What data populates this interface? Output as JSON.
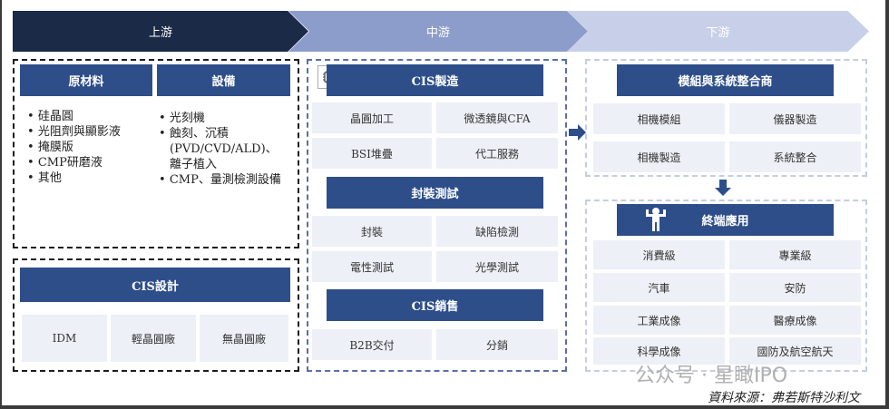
{
  "stages": {
    "up": "上游",
    "mid": "中游",
    "down": "下游"
  },
  "upstream": {
    "materials": {
      "title": "原材料",
      "items": [
        "硅晶圓",
        "光阻劑與顯影液",
        "掩膜版",
        "CMP研磨液",
        "其他"
      ]
    },
    "equipment": {
      "title": "設備",
      "items": [
        "光刻機",
        "蝕刻、沉積",
        "(PVD/CVD/ALD)、",
        "離子植入",
        "CMP、量測檢測設備"
      ]
    },
    "design": {
      "title": "CIS設計",
      "cells": [
        "IDM",
        "輕晶圓廠",
        "無晶圓廠"
      ]
    }
  },
  "midstream": {
    "manufacturing": {
      "title": "CIS製造",
      "cells": [
        "晶圓加工",
        "微透鏡與CFA",
        "BSI堆疊",
        "代工服務"
      ]
    },
    "packaging": {
      "title": "封裝測試",
      "cells": [
        "封裝",
        "缺陷檢測",
        "電性測試",
        "光學測試"
      ]
    },
    "sales": {
      "title": "CIS銷售",
      "cells": [
        "B2B交付",
        "分銷"
      ]
    }
  },
  "downstream": {
    "modules": {
      "title": "模組與系統整合商",
      "cells": [
        "相機模組",
        "儀器製造",
        "相機製造",
        "系統整合"
      ]
    },
    "applications": {
      "title": "終端應用",
      "cells": [
        "消費級",
        "專業級",
        "汽車",
        "安防",
        "工業成像",
        "醫療成像",
        "科學成像",
        "國防及航空航天"
      ]
    }
  },
  "watermark": "公众号 · 星瞰IPO",
  "source": "資料來源：弗若斯特沙利文",
  "colors": {
    "dark": "#1b2a47",
    "mid": "#8d9dcb",
    "light": "#c8d0e9",
    "header": "#2e4e8a",
    "cell": "#edf0f6"
  }
}
